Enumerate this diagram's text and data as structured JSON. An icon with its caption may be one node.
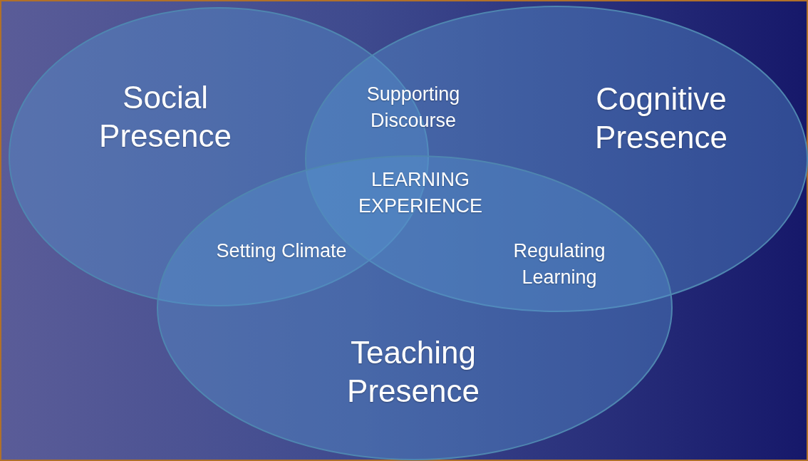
{
  "diagram": {
    "nodes": [
      {
        "text": [
          "Social Presence"
        ]
      },
      {
        "text": [
          "Cognitive Presence"
        ]
      },
      {
        "text": [
          "Teaching Presence"
        ]
      }
    ],
    "edges": [],
    "labels": [
      "Supporting Discourse",
      "LEARNING EXPERIENCE",
      "Setting Climate",
      "Regulating Learning"
    ]
  }
}
